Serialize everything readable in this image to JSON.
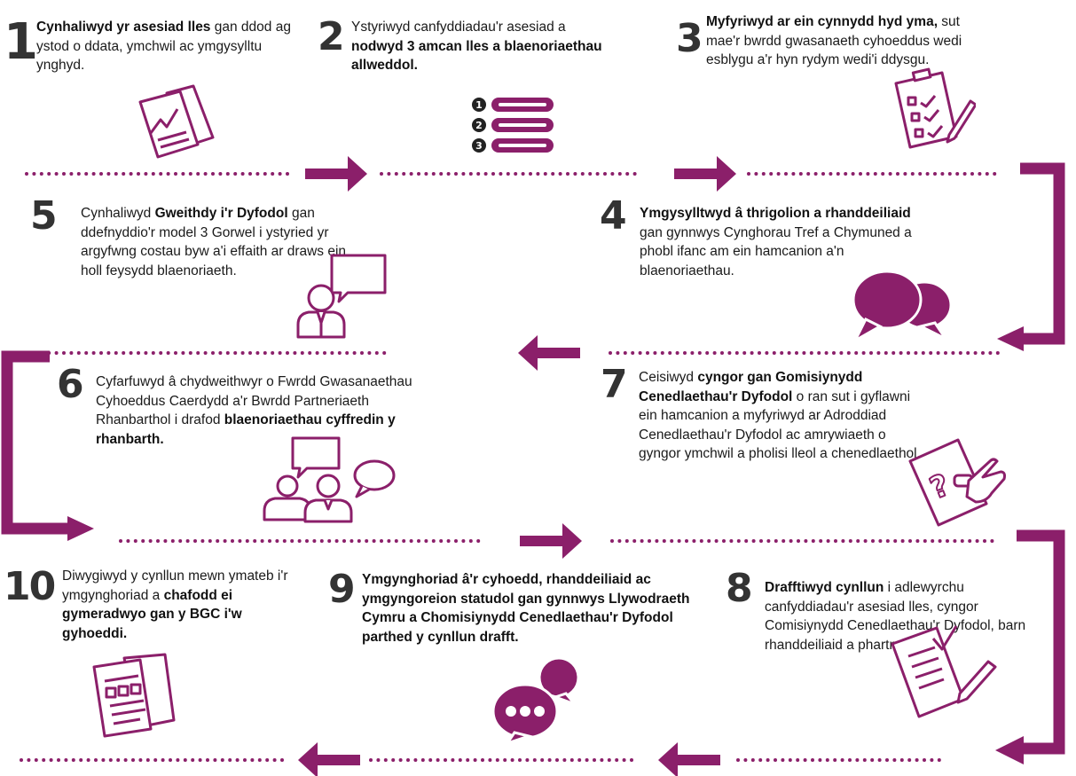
{
  "colors": {
    "accent": "#8b1f6a",
    "text": "#1a1a1a",
    "number": "#333333",
    "icon_outline": "#8b1f6a"
  },
  "steps": [
    {
      "number": "1",
      "bold": "Cynhaliwyd yr asesiad lles",
      "rest": " gan ddod ag ystod o ddata, ymchwil ac ymgysylltu ynghyd.",
      "icon": "documents-chart-icon"
    },
    {
      "number": "2",
      "lead": "Ystyriwyd canfyddiadau'r asesiad a ",
      "bold": "nodwyd 3 amcan lles a blaenoriaethau allweddol.",
      "icon": "numbered-list-icon",
      "list_numbers": [
        "1",
        "2",
        "3"
      ]
    },
    {
      "number": "3",
      "bold": "Myfyriwyd ar ein cynnydd hyd yma,",
      "rest": " sut mae'r bwrdd gwasanaeth cyhoeddus wedi esblygu a'r hyn rydym wedi'i ddysgu.",
      "icon": "clipboard-checklist-icon"
    },
    {
      "number": "4",
      "bold": "Ymgysylltwyd â thrigolion a rhanddeiliaid",
      "rest": " gan gynnwys Cynghorau Tref a Chymuned a phobl ifanc am ein hamcanion a'n blaenoriaethau.",
      "icon": "speech-bubbles-icon"
    },
    {
      "number": "5",
      "lead": "Cynhaliwyd ",
      "bold": "Gweithdy i'r Dyfodol",
      "rest": " gan ddefnyddio'r model 3 Gorwel i ystyried yr argyfwng costau byw a'i effaith ar draws ein holl feysydd blaenoriaeth.",
      "icon": "person-speech-icon"
    },
    {
      "number": "6",
      "lead": "Cyfarfuwyd â chydweithwyr o Fwrdd Gwasanaethau Cyhoeddus Caerdydd a'r Bwrdd Partneriaeth Rhanbarthol i drafod ",
      "bold": "blaenoriaethau cyffredin y rhanbarth.",
      "icon": "people-discussion-icon"
    },
    {
      "number": "7",
      "lead": "Ceisiwyd ",
      "bold": "cyngor gan Gomisiynydd Cenedlaethau'r Dyfodol",
      "rest": " o ran sut i gyflawni ein hamcanion a myfyriwyd ar Adroddiad Cenedlaethau'r Dyfodol ac amrywiaeth o gyngor ymchwil a pholisi lleol a chenedlaethol.",
      "icon": "question-document-hand-icon"
    },
    {
      "number": "8",
      "bold": "Drafftiwyd cynllun",
      "rest": " i adlewyrchu canfyddiadau'r asesiad lles, cyngor Comisiynydd Cenedlaethau'r Dyfodol, barn rhanddeiliaid a phartneriaid.",
      "icon": "document-pen-icon"
    },
    {
      "number": "9",
      "bold": "Ymgynghoriad â'r cyhoedd, rhanddeiliaid ac ymgyngoreion statudol gan gynnwys Llywodraeth Cymru a Chomisiynydd Cenedlaethau'r Dyfodol parthed y cynllun drafft.",
      "icon": "chat-ellipsis-icon"
    },
    {
      "number": "10",
      "lead": "Diwygiwyd y cynllun mewn ymateb i'r ymgynghoriad a ",
      "bold": "chafodd ei gymeradwyo gan y BGC i'w gyhoeddi.",
      "icon": "published-documents-icon"
    }
  ]
}
